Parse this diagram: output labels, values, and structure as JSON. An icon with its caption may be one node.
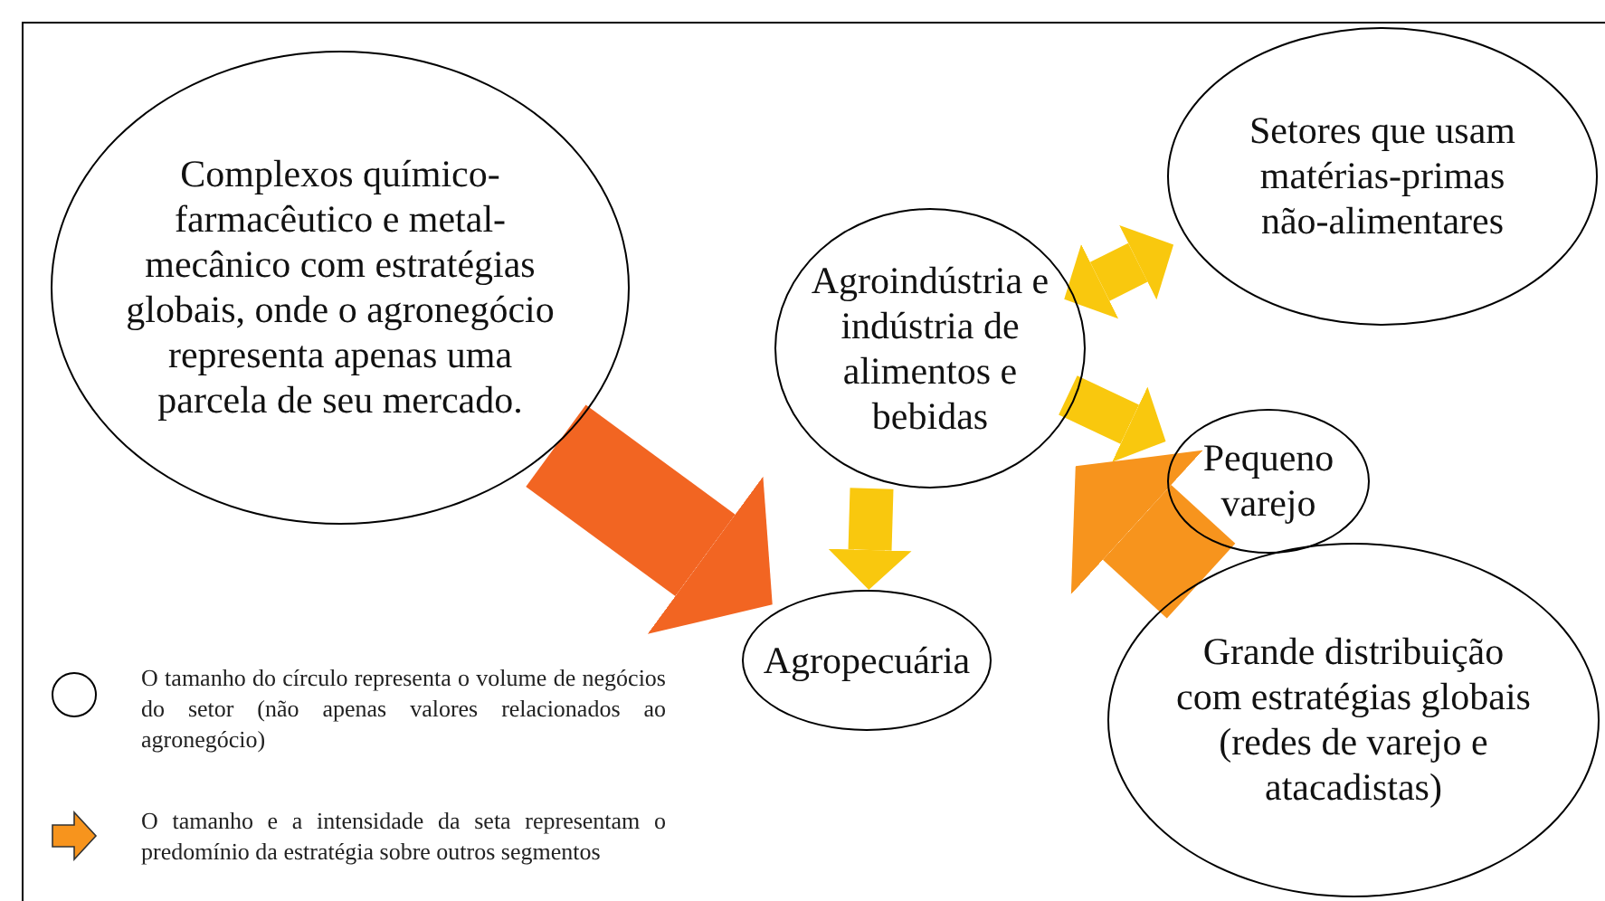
{
  "diagram": {
    "nodes": [
      {
        "text": [
          "Complexos químico-farmacêutico e metal-mecânico com estratégias globais, onde o agronegócio representa apenas uma parcela de seu mercado."
        ]
      },
      {
        "text": [
          "Setores que usam matérias-primas não-alimentares"
        ]
      },
      {
        "text": [
          "Agroindústria e indústria de alimentos e bebidas"
        ]
      },
      {
        "text": [
          "Pequeno varejo"
        ]
      },
      {
        "text": [
          "Agropecuária"
        ]
      },
      {
        "text": [
          "Grande distribuição com estratégias globais (redes de varejo e atacadistas)"
        ]
      }
    ],
    "edges": [
      {
        "from": 0,
        "to": 4,
        "arrow": "to",
        "style": "thick",
        "color": "#f26522"
      },
      {
        "from": 2,
        "to": 4,
        "arrow": "to"
      },
      {
        "from": 2,
        "to": 1,
        "arrow": "both"
      },
      {
        "from": 2,
        "to": 3,
        "arrow": "to"
      },
      {
        "from": 5,
        "to": 2,
        "arrow": "to",
        "style": "thick",
        "color": "#f7941d"
      }
    ],
    "legend": [
      {
        "text": "O tamanho do círculo representa o volume de negócios do setor (não apenas valores relacionados ao agronegócio)"
      },
      {
        "text": "O tamanho e a intensidade da seta representam o predomínio da estratégia sobre outros segmentos"
      }
    ]
  }
}
